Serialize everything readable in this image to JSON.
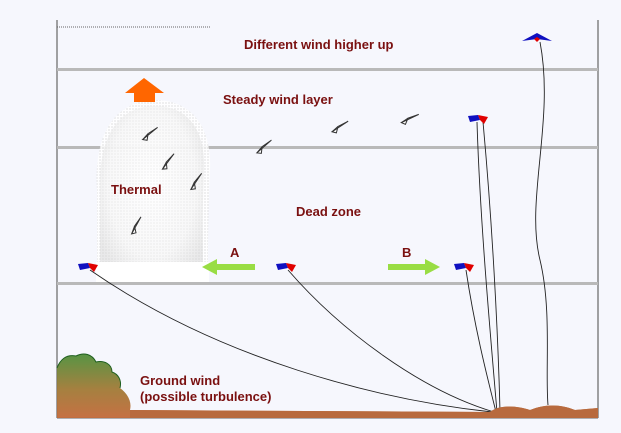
{
  "labels": {
    "upper_wind": "Different wind higher up",
    "steady_layer": "Steady wind layer",
    "thermal": "Thermal",
    "dead_zone": "Dead zone",
    "marker_a": "A",
    "marker_b": "B",
    "ground_wind_line1": "Ground wind",
    "ground_wind_line2": "(possible turbulence)"
  },
  "colors": {
    "background": "#f6f7fd",
    "layer_line": "#b9b9b9",
    "label_text": "#7a1010",
    "thermal_arrow": "#ff6600",
    "direction_arrow": "#99dd44",
    "kite_red": "#e00000",
    "kite_blue": "#1010c0",
    "ground": "#b06a3a",
    "vegetation": "#2f7a2f"
  },
  "icons": {
    "kite": "kite-icon",
    "glider": "paper-plane-icon",
    "thermal_arrow": "up-arrow-icon",
    "left_arrow": "left-arrow-icon",
    "right_arrow": "right-arrow-icon"
  }
}
